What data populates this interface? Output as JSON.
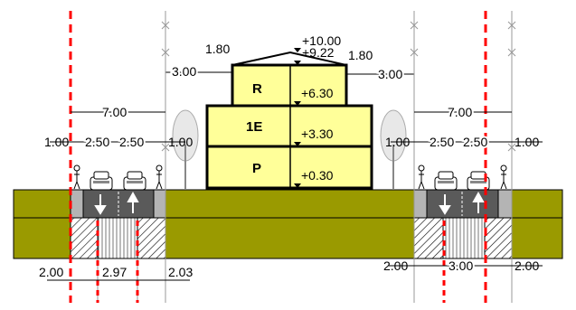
{
  "building": {
    "floors": [
      {
        "label": "R",
        "elevation": "+6.30"
      },
      {
        "label": "1E",
        "elevation": "+3.30"
      },
      {
        "label": "P",
        "elevation": "+0.30"
      }
    ],
    "roof_top": "+10.00",
    "roof_mid": "+9.22",
    "roof_overhang_left": "1.80",
    "roof_overhang_right": "1.80",
    "setback_left": "3.00",
    "setback_right": "3.00"
  },
  "left_street": {
    "total_width": "7.00",
    "segments": [
      "1.00",
      "2.50",
      "2.50",
      "1.00"
    ],
    "bottom": [
      "2.00",
      "2.97",
      "2.03"
    ]
  },
  "right_street": {
    "total_width": "7.00",
    "segments": [
      "1.00",
      "2.50",
      "2.50",
      "1.00"
    ],
    "bottom": [
      "2.00",
      "3.00",
      "2.00"
    ]
  },
  "colors": {
    "ground": "#9a9a00",
    "building": "#ffff99",
    "road": "#5a5a5a",
    "sidewalk": "#b4b4b4",
    "boundary_line": "#ff0000"
  }
}
